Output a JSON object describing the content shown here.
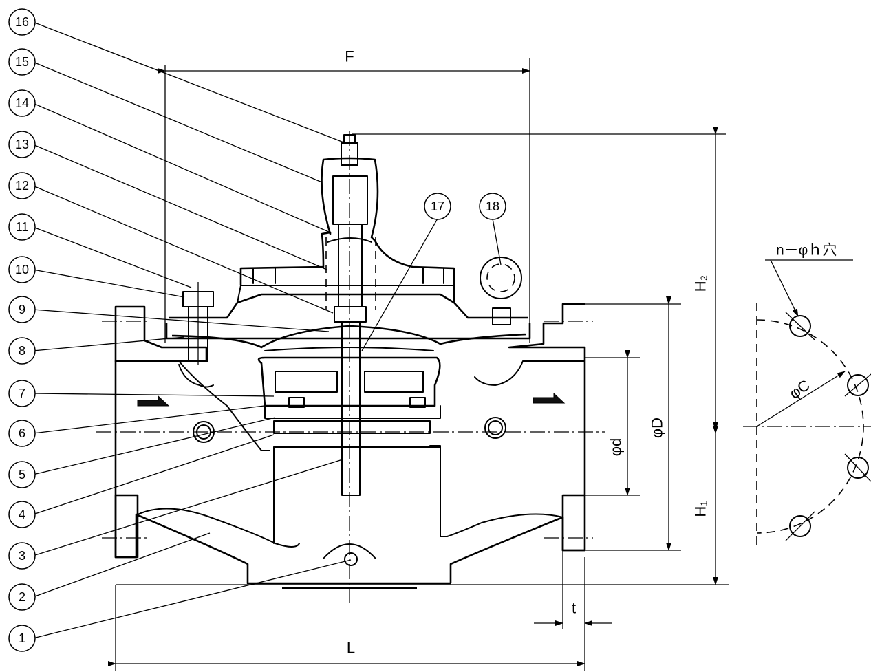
{
  "parts": [
    {
      "label": "16"
    },
    {
      "label": "15"
    },
    {
      "label": "14"
    },
    {
      "label": "13"
    },
    {
      "label": "12"
    },
    {
      "label": "11"
    },
    {
      "label": "10"
    },
    {
      "label": "9"
    },
    {
      "label": "8"
    },
    {
      "label": "7"
    },
    {
      "label": "6"
    },
    {
      "label": "5"
    },
    {
      "label": "4"
    },
    {
      "label": "3"
    },
    {
      "label": "2"
    },
    {
      "label": "1"
    }
  ],
  "extra_parts": [
    {
      "label": "17"
    },
    {
      "label": "18"
    }
  ],
  "dimensions": {
    "F": "F",
    "L": "L",
    "t": "t",
    "H1": "H₁",
    "H2": "H₂",
    "phi_d": "φd",
    "phi_D": "φD",
    "phi_C": "φC"
  },
  "hole_note": "n－φｈ穴"
}
